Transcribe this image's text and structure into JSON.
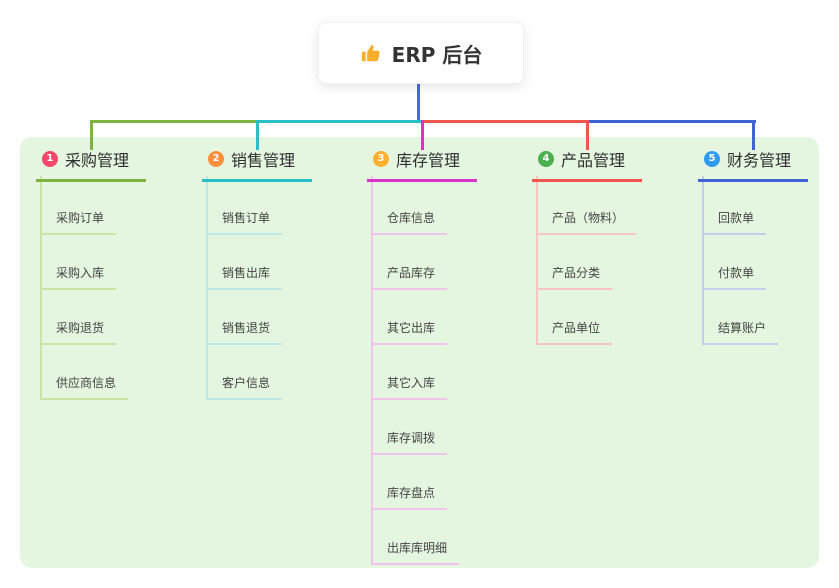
{
  "root": {
    "label": "ERP 后台",
    "icon": "thumbs-up",
    "icon_color": "#f6ae2d"
  },
  "connector_root_color": "#4a68d8",
  "branches": [
    {
      "badge": "1",
      "label": "采购管理",
      "color": "#7db33e",
      "light_color": "#cbe3a6",
      "badge_color": "#f5476b",
      "children": [
        "采购订单",
        "采购入库",
        "采购退货",
        "供应商信息"
      ]
    },
    {
      "badge": "2",
      "label": "销售管理",
      "color": "#29c0c5",
      "light_color": "#bde7e9",
      "badge_color": "#ff8f3c",
      "children": [
        "销售订单",
        "销售出库",
        "销售退货",
        "客户信息"
      ]
    },
    {
      "badge": "3",
      "label": "库存管理",
      "color": "#d633c9",
      "light_color": "#f0c4ec",
      "badge_color": "#ffb02e",
      "children": [
        "仓库信息",
        "产品库存",
        "其它出库",
        "其它入库",
        "库存调拨",
        "库存盘点",
        "出库库明细"
      ]
    },
    {
      "badge": "4",
      "label": "产品管理",
      "color": "#f0564f",
      "light_color": "#f7c6c3",
      "badge_color": "#4caf50",
      "children": [
        "产品（物料）",
        "产品分类",
        "产品单位"
      ]
    },
    {
      "badge": "5",
      "label": "财务管理",
      "color": "#3f62d6",
      "light_color": "#c4cfee",
      "badge_color": "#2f9bf4",
      "children": [
        "回款单",
        "付款单",
        "结算账户"
      ]
    }
  ]
}
